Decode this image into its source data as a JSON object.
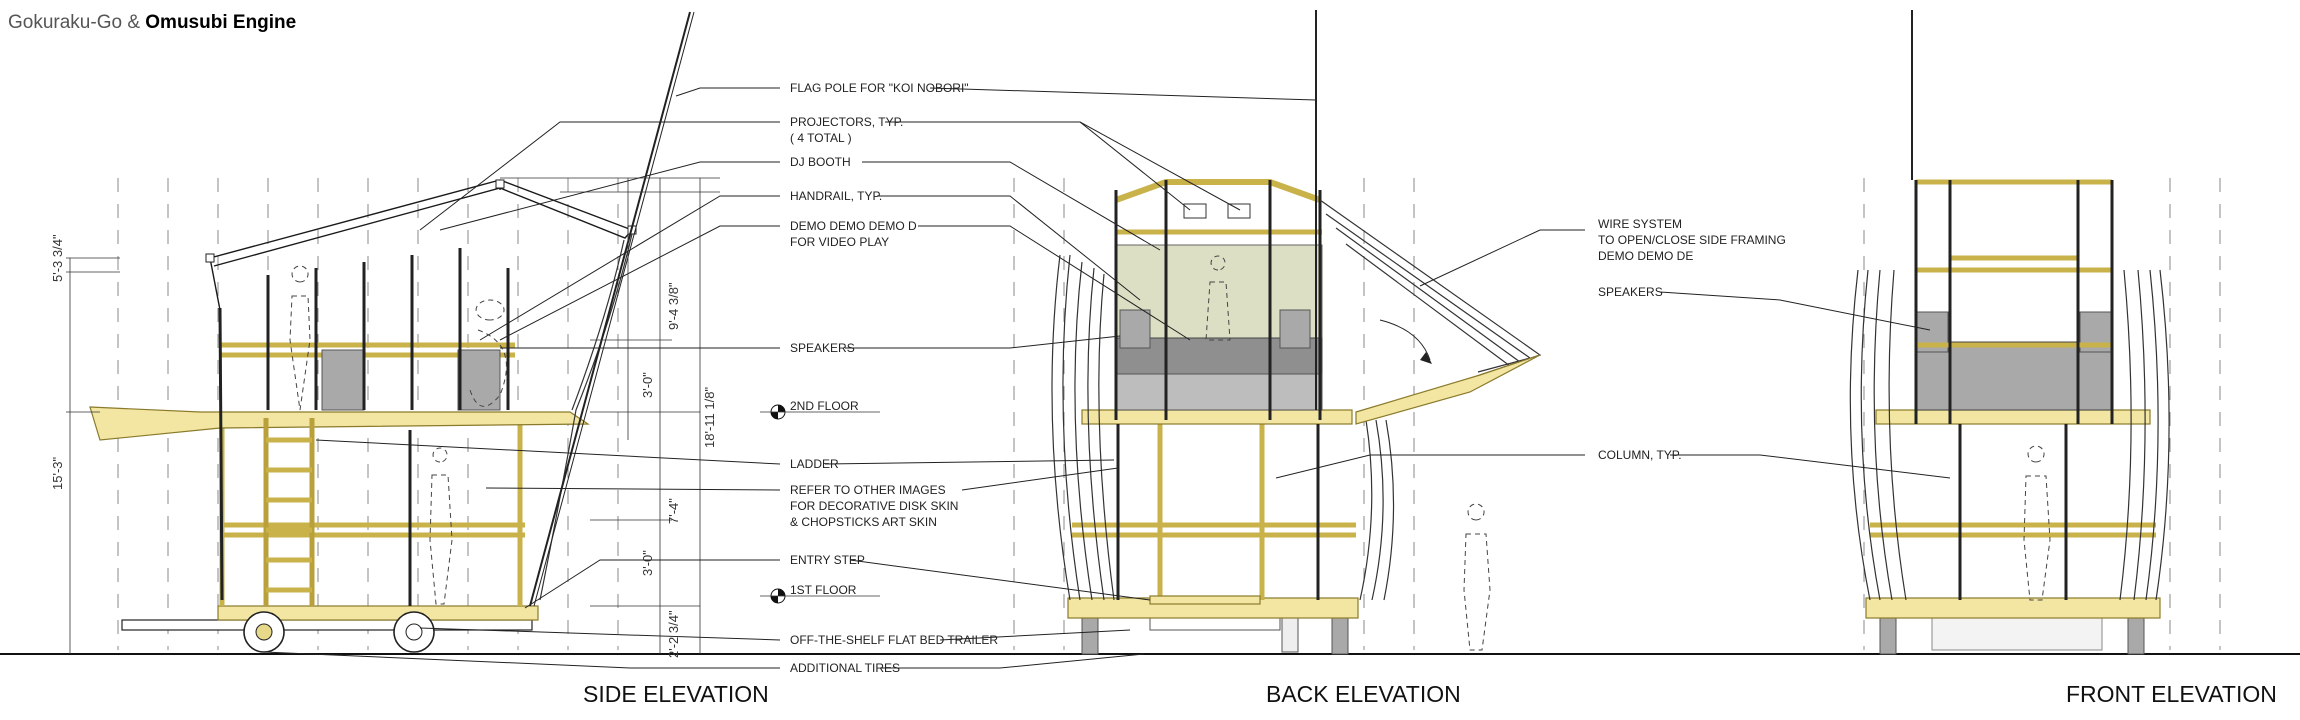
{
  "header": {
    "title_light": "Gokuraku-Go & ",
    "title_bold": "Omusubi Engine"
  },
  "views": {
    "side": "SIDE ELEVATION",
    "back": "BACK ELEVATION",
    "front": "FRONT ELEVATION"
  },
  "notes": {
    "flag_pole": "FLAG POLE FOR \"KOI NOBORI\"",
    "projectors_1": "PROJECTORS, TYP.",
    "projectors_2": "( 4 TOTAL )",
    "dj_booth": "DJ BOOTH",
    "handrail": "HANDRAIL, TYP.",
    "demo_1": "DEMO DEMO DEMO D",
    "demo_2": "FOR VIDEO PLAY",
    "speakers_side": "SPEAKERS",
    "floor_2": "2ND FLOOR",
    "ladder": "LADDER",
    "refer_1": "REFER TO OTHER IMAGES",
    "refer_2": "FOR DECORATIVE DISK SKIN",
    "refer_3": "& CHOPSTICKS ART SKIN",
    "entry_step": "ENTRY STEP",
    "floor_1": "1ST FLOOR",
    "trailer": "OFF-THE-SHELF FLAT BED TRAILER",
    "tires": "ADDITIONAL TIRES",
    "wire_1": "WIRE SYSTEM",
    "wire_2": "TO OPEN/CLOSE SIDE FRAMING",
    "wire_3": "DEMO DEMO DE",
    "speakers_front": "SPEAKERS",
    "column": "COLUMN, TYP."
  },
  "dimensions": {
    "d_534": "5'-3 3/4\"",
    "d_153": "15'-3\"",
    "d_9438": "9'-4 3/8\"",
    "d_30a": "3'-0\"",
    "d_18118": "18'-11 1/8\"",
    "d_74": "7'-4\"",
    "d_30b": "3'-0\"",
    "d_234": "2'-2 3/4\""
  }
}
